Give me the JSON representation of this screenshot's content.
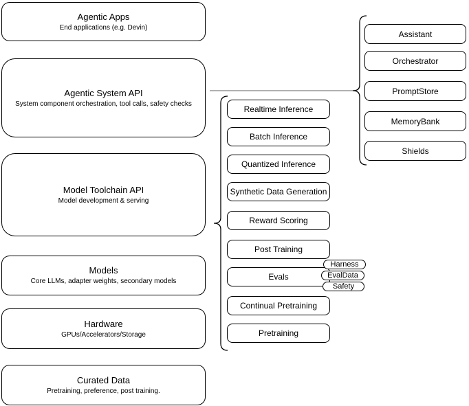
{
  "colors": {
    "stroke": "#000000",
    "fill": "#ffffff",
    "connector": "#808080"
  },
  "left_column": [
    {
      "title": "Agentic Apps",
      "subtitle": "End applications (e.g. Devin)"
    },
    {
      "title": "Agentic System API",
      "subtitle": "System component orchestration, tool calls, safety checks"
    },
    {
      "title": "Model Toolchain API",
      "subtitle": "Model development & serving"
    },
    {
      "title": "Models",
      "subtitle": "Core LLMs, adapter weights, secondary models"
    },
    {
      "title": "Hardware",
      "subtitle": "GPUs/Accelerators/Storage"
    },
    {
      "title": "Curated Data",
      "subtitle": "Pretraining, preference, post training."
    }
  ],
  "toolchain_components": [
    "Realtime Inference",
    "Batch Inference",
    "Quantized Inference",
    "Synthetic Data Generation",
    "Reward Scoring",
    "Post Training",
    "Evals",
    "Continual Pretraining",
    "Pretraining"
  ],
  "eval_tags": [
    "Harness",
    "EvalData",
    "Safety"
  ],
  "system_components": [
    "Assistant",
    "Orchestrator",
    "PromptStore",
    "MemoryBank",
    "Shields"
  ]
}
